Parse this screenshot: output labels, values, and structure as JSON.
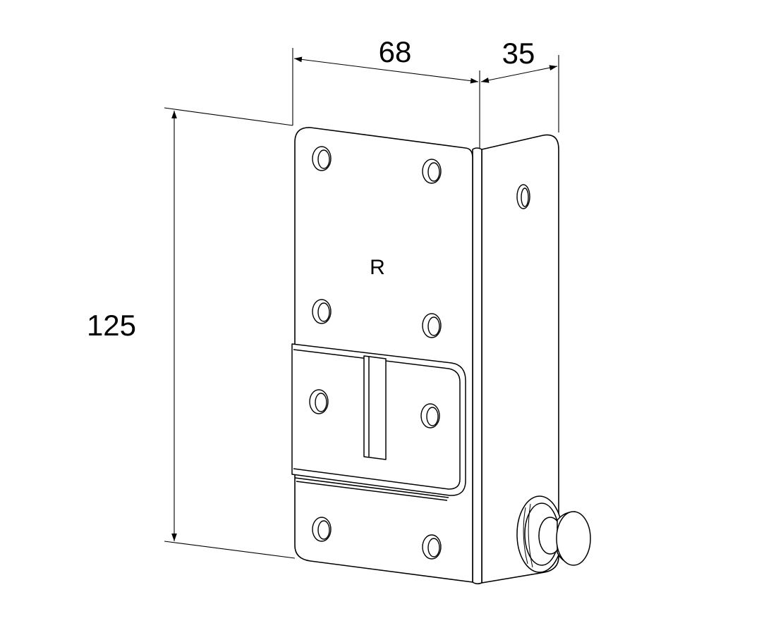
{
  "dimensions": {
    "width": "68",
    "depth": "35",
    "height": "125"
  },
  "part_marking": "R"
}
